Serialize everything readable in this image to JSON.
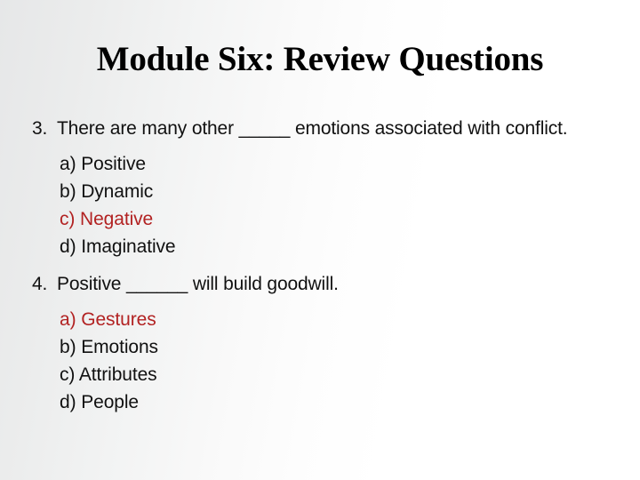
{
  "slide": {
    "title": "Module Six: Review Questions",
    "background_left": "#e6e7e8",
    "background_right": "#ffffff",
    "text_color": "#111111",
    "highlight_color": "#b22222"
  },
  "questions": [
    {
      "number": "3.",
      "text": "There are many other _____ emotions associated with conflict.",
      "options": [
        {
          "label": "a) Positive",
          "highlighted": false
        },
        {
          "label": "b) Dynamic",
          "highlighted": false
        },
        {
          "label": "c) Negative",
          "highlighted": true
        },
        {
          "label": "d) Imaginative",
          "highlighted": false
        }
      ]
    },
    {
      "number": "4.",
      "text": "Positive ______ will build goodwill.",
      "options": [
        {
          "label": "a) Gestures",
          "highlighted": true
        },
        {
          "label": "b) Emotions",
          "highlighted": false
        },
        {
          "label": "c) Attributes",
          "highlighted": false
        },
        {
          "label": "d) People",
          "highlighted": false
        }
      ]
    }
  ]
}
